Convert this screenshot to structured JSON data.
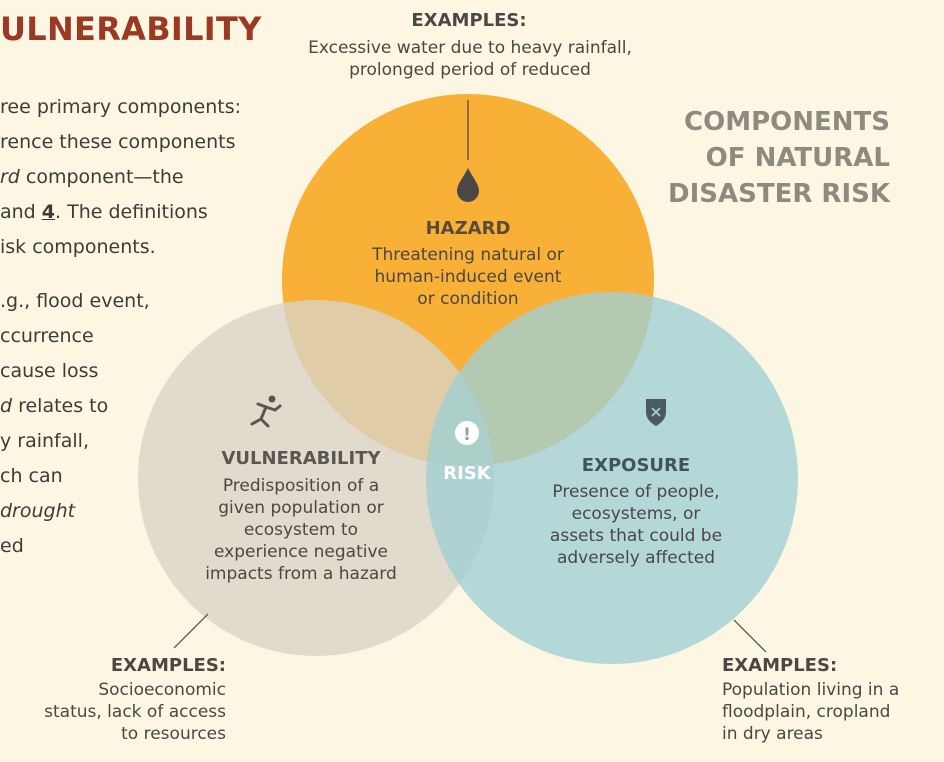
{
  "heading": "ULNERABILITY",
  "body_lines": [
    "ree primary components:",
    "rence these components",
    "rd component—the",
    "and 4. The definitions",
    "isk components.",
    ".g., flood event,",
    "ccurrence",
    "cause loss",
    "d relates to",
    "y rainfall,",
    "ch can",
    "drought",
    "ed"
  ],
  "title_right": [
    "COMPONENTS",
    "OF NATURAL",
    "DISASTER RISK"
  ],
  "hazard": {
    "title": "HAZARD",
    "desc": [
      "Threatening natural or",
      "human-induced event",
      "or condition"
    ],
    "examples_title": "EXAMPLES:",
    "examples_text": [
      "Excessive water due to heavy rainfall,",
      "prolonged period of reduced"
    ]
  },
  "vulnerability": {
    "title": "VULNERABILITY",
    "desc": [
      "Predisposition of a",
      "given population or",
      "ecosystem to",
      "experience negative",
      "impacts from a hazard"
    ],
    "examples_title": "EXAMPLES:",
    "examples_text": [
      "Socioeconomic",
      "status, lack of access",
      "to resources"
    ]
  },
  "exposure": {
    "title": "EXPOSURE",
    "desc": [
      "Presence of people,",
      "ecosystems, or",
      "assets that could be",
      "adversely affected"
    ],
    "examples_title": "EXAMPLES:",
    "examples_text": [
      "Population living in a",
      "floodplain, cropland",
      "in dry areas"
    ]
  },
  "risk": {
    "label": "RISK",
    "icon_glyph": "!"
  },
  "colors": {
    "hazard": "#f7a928",
    "vulnerability": "#d9d4c7",
    "exposure": "#9fd0d4",
    "risk": "#8fa58f",
    "heading": "#9b3a24"
  },
  "icons": [
    "water-drop-icon",
    "running-person-icon",
    "shield-x-icon",
    "exclamation-icon"
  ]
}
